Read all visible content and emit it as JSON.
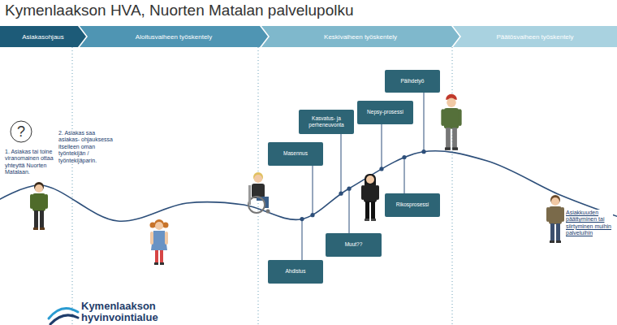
{
  "diagram": {
    "title": "Kymenlaakson HVA, Nuorten Matalan palvelupolku",
    "nodes": [
      {
        "text": [
          "Asiakasohjaus"
        ]
      },
      {
        "text": [
          "Aloitusvaiheen työskentely"
        ]
      },
      {
        "text": [
          "Keskivaiheen työskentely"
        ]
      },
      {
        "text": [
          "Päätösvaiheen työskentely"
        ]
      },
      {
        "text": [
          "?"
        ]
      },
      {
        "text": [
          "Masennus"
        ]
      },
      {
        "text": [
          "Ahdistus"
        ]
      },
      {
        "text": [
          "Kasvatus- ja perheneuvonta"
        ]
      },
      {
        "text": [
          "Muut??"
        ]
      },
      {
        "text": [
          "Nepsy-prosessi"
        ]
      },
      {
        "text": [
          "Rikosprosessi"
        ]
      },
      {
        "text": [
          "Päihdetyö"
        ]
      }
    ],
    "labels": [
      "1. Asiakas tai toine viranomainen ottaa yhteyttä Nuorten Matalaan.",
      "2. Asiakas saa asiakas- ohjauksessa itselleen oman työntekijän / työntekijäparin.",
      "Asiakkuuden päättyminen tai siirtyminen muihin palveluihin",
      "Kymenlaakson hyvinvointialue"
    ]
  }
}
